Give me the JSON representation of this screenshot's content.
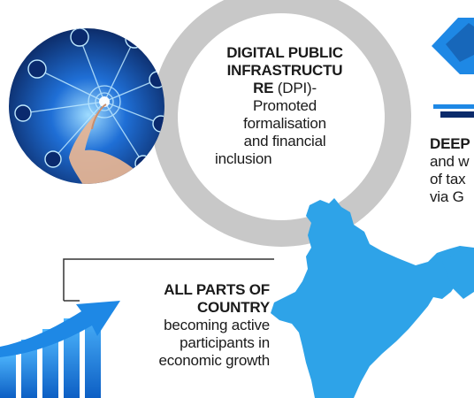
{
  "dpi": {
    "title_line1": "DIGITAL PUBLIC",
    "title_line2": "INFRASTRUCTU",
    "title_line3_bold": "RE",
    "title_line3_rest": " (DPI)-",
    "line4": "Promoted",
    "line5": "formalisation",
    "line6": "and financial",
    "line7": "inclusion"
  },
  "deep": {
    "line1": "DEEP",
    "line2": "and w",
    "line3": "of tax",
    "line4": "via G"
  },
  "parts": {
    "line1": "ALL PARTS OF",
    "line2": "COUNTRY",
    "line3": "becoming active",
    "line4": "participants in",
    "line5": "economic growth"
  },
  "colors": {
    "ring": "#c8c8c8",
    "map": "#2ea3e8",
    "accent": "#1e88e5",
    "dark_blue": "#0b2b6b"
  }
}
